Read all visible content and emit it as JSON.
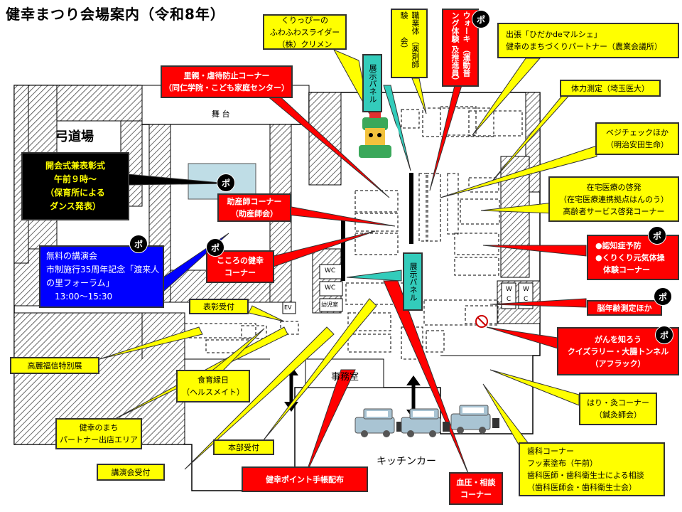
{
  "page": {
    "title": "健幸まつり会場案内（令和8年）",
    "badge_label": "ポ"
  },
  "map_labels": {
    "archery": "弓道場",
    "stage": "舞 台",
    "office": "事務室",
    "wc": "WC",
    "infant_room": "幼児室",
    "ev": "EV",
    "w": "W",
    "c": "C",
    "kitchen_car": "キッチンカー"
  },
  "callouts": {
    "kurippy": [
      "くりっぴーの",
      "ふわふわスライダー",
      "（株）クリメン"
    ],
    "shokugyo_col1": "職業体験",
    "shokugyo_col2": "（薬剤師会）",
    "walking_col1": "ウォーキング体験",
    "walking_col2": "（運動普及推進員）",
    "marche": [
      "出張「ひだかdeマルシェ」",
      "健幸のまちづくりパートナー（農業会議所）"
    ],
    "tairyoku": "体力測定（埼玉医大）",
    "vegecheck": [
      "ベジチェックほか",
      "（明治安田生命）"
    ],
    "zaitaku": [
      "在宅医療の啓発",
      "（在宅医療連携拠点はんのう）",
      "高齢者サービス啓発コーナー"
    ],
    "satooya": [
      "里親・虐待防止コーナー",
      "（同仁学院・こども家庭センター）"
    ],
    "tenji_panel": "展示パネル",
    "kaikai": [
      "開会式兼表彰式",
      "午前９時～",
      "（保育所による",
      "ダンス発表）"
    ],
    "josanshi": [
      "助産師コーナー",
      "（助産師会）"
    ],
    "kokoro": [
      "こころの健幸",
      "コーナー"
    ],
    "lecture": [
      "無料の講演会",
      "市制施行35周年記念「渡来人",
      "の里フォーラム」",
      "　13:00～15:30"
    ],
    "ninchisho": [
      "●認知症予防",
      "●くりくり元気体操",
      "　体験コーナー"
    ],
    "nokenko": "脳年齢測定ほか",
    "hyosho": "表彰受付",
    "korai": "高麗福信特別展",
    "gan": [
      "がんを知ろう",
      "クイズラリー・大腸トンネル",
      "（アフラック）"
    ],
    "shokuiku": [
      "食育縁日",
      "（ヘルスメイト）"
    ],
    "hari": [
      "はり・灸コーナー",
      "（鍼灸師会）"
    ],
    "partner": [
      "健幸のまち",
      "パートナー出店エリア"
    ],
    "honbu": "本部受付",
    "shika": [
      "歯科コーナー",
      "フッ素塗布（午前）",
      "歯科医師・歯科衛生士による相談",
      "（歯科医師会・歯科衛生士会）"
    ],
    "koenkai": "講演会受付",
    "point": "健幸ポイント手帳配布",
    "ketsuatsu": [
      "血圧・相談",
      "コーナー"
    ]
  },
  "colors": {
    "yellow": "#ffff00",
    "red": "#ff0000",
    "black": "#000000",
    "blue": "#0000ff",
    "teal": "#33ccbb",
    "stage_blue": "#bfdde6"
  }
}
